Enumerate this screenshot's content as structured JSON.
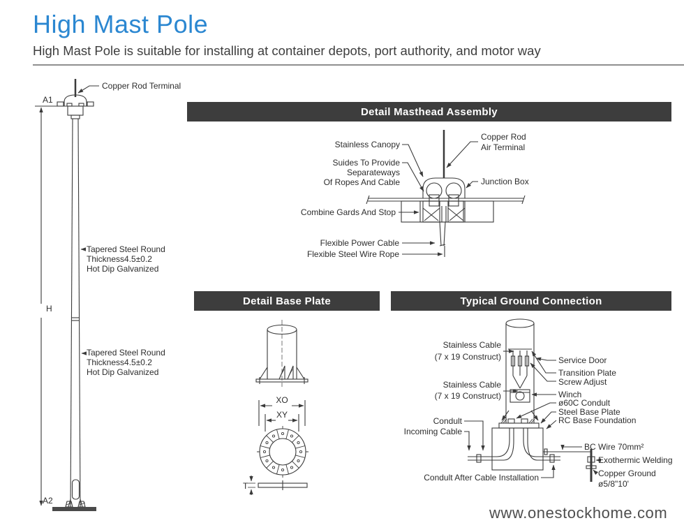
{
  "page": {
    "title": "High Mast Pole",
    "subtitle": "High Mast Pole is suitable for installing at container depots, port authority, and motor way",
    "website": "www.onestockhome.com"
  },
  "colors": {
    "accent": "#2b87d1",
    "header_bar": "#3d3d3d",
    "drawing_line": "#3a3a3a"
  },
  "pole": {
    "copper_rod_terminal": "Copper Rod Terminal",
    "dim_a1": "A1",
    "dim_h": "H",
    "dim_a2": "A2",
    "tapered_line1": "Tapered Steel Round",
    "tapered_line2": "Thickness4.5±0.2",
    "tapered_line3": "Hot Dip Galvanized"
  },
  "masthead": {
    "header": "Detail Masthead Assembly",
    "stainless_canopy": "Stainless Canopy",
    "guides_line1": "Suides To Provide",
    "guides_line2": "Separateways",
    "guides_line3": "Of Ropes And Cable",
    "copper_rod_line1": "Copper Rod",
    "copper_rod_line2": "Air Terminal",
    "junction_box": "Junction Box",
    "combine_gards": "Combine Gards And Stop",
    "flexible_power_cable": "Flexible Power Cable",
    "flexible_steel_wire_rope": "Flexible Steel Wire Rope"
  },
  "base_plate": {
    "header": "Detail Base Plate",
    "dim_xo": "XO",
    "dim_xy": "XY",
    "dim_t": "T"
  },
  "ground": {
    "header": "Typical Ground Connection",
    "stainless_cable_1a": "Stainless Cable",
    "stainless_cable_1b": "(7 x 19 Construct)",
    "stainless_cable_2a": "Stainless Cable",
    "stainless_cable_2b": "(7 x 19 Construct)",
    "service_door": "Service Door",
    "transition_plate": "Transition Plate",
    "screw_adjust": "Screw Adjust",
    "winch": "Winch",
    "conduit_60c": "ø60C Condult",
    "steel_base_plate": "Steel Base Plate",
    "rc_base_foundation": "RC Base Foundation",
    "condult": "Condult",
    "incoming_cable": "Incoming Cable",
    "condult_after": "Condult After Cable Installation",
    "bc_wire": "BC Wire 70mm²",
    "exothermic_welding": "Exothermic Welding",
    "copper_ground_line1": "Copper Ground",
    "copper_ground_line2": "ø5/8\"10'"
  }
}
